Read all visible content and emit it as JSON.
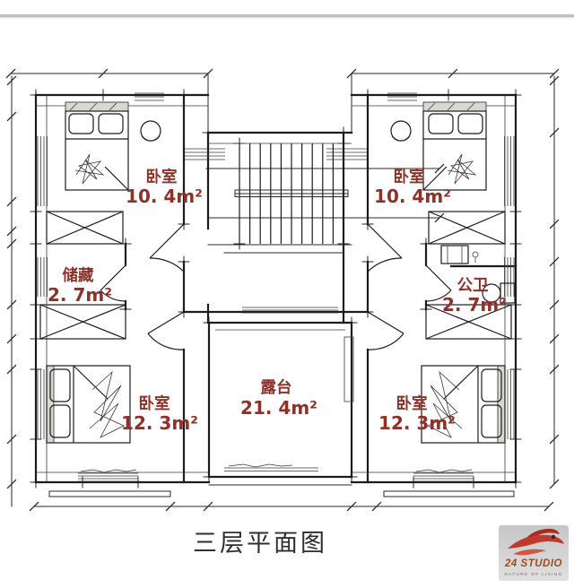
{
  "page": {
    "background": "#ffffff",
    "divider_color": "#bdbdbd",
    "line_color": "#1c1c1c",
    "label_color": "#8e3129",
    "title_color": "#2e2e2e"
  },
  "plan": {
    "title": "三层平面图",
    "rooms": [
      {
        "id": "bedroom-top-left",
        "name": "卧室",
        "area": "10. 4m²"
      },
      {
        "id": "bedroom-top-right",
        "name": "卧室",
        "area": "10. 4m²"
      },
      {
        "id": "storage",
        "name": "储藏",
        "area": "2. 7m²"
      },
      {
        "id": "bathroom",
        "name": "公卫",
        "area": "2. 7m²"
      },
      {
        "id": "bedroom-bottom-left",
        "name": "卧室",
        "area": "12. 3m²"
      },
      {
        "id": "bedroom-bottom-right",
        "name": "卧室",
        "area": "12. 3m²"
      },
      {
        "id": "terrace",
        "name": "露台",
        "area": "21. 4m²"
      }
    ]
  },
  "logo": {
    "brand": "24 STUDIO",
    "tagline": "NATURE OF LIVING",
    "accent": "#c03a2c",
    "brand_color": "#a34a22",
    "box_color": "#cccccc"
  }
}
